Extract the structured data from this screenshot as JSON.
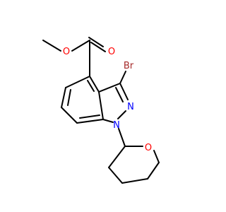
{
  "molecule": {
    "atoms": {
      "ester_o_single": {
        "label": "O",
        "color": "#ff0000"
      },
      "ester_o_double": {
        "label": "O",
        "color": "#ff0000"
      },
      "bromine": {
        "label": "Br",
        "color": "#a52a2a"
      },
      "n2": {
        "label": "N",
        "color": "#0000ff"
      },
      "n1": {
        "label": "N",
        "color": "#0000ff"
      },
      "ring_o": {
        "label": "O",
        "color": "#ff0000"
      }
    },
    "bond_color": "#000000"
  }
}
